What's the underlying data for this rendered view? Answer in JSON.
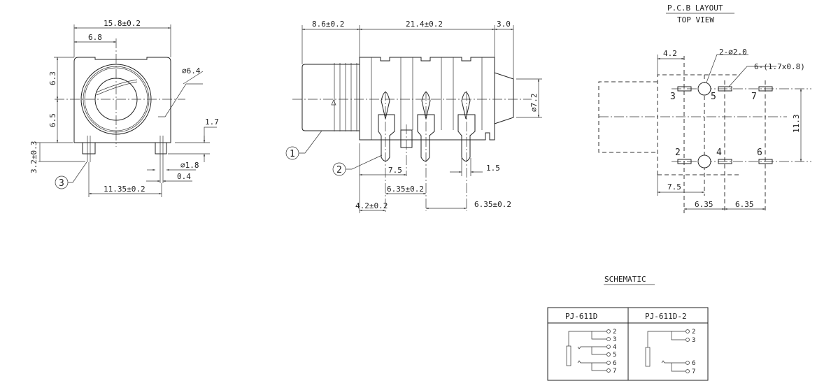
{
  "front_view": {
    "width_dim": "15.8±0.2",
    "center_offset_dim": "6.8",
    "upper_height_dim": "6.3",
    "lower_height_dim": "6.5",
    "bore_dia": "⌀6.4",
    "pin_length_dim": "3.2±0.3",
    "pin_offset_dim": "1.7",
    "pin_dia": "⌀1.8",
    "pin_thickness": "0.4",
    "pin_spacing": "11.35±0.2",
    "callout": "3"
  },
  "side_view": {
    "barrel_length": "8.6±0.2",
    "body_length": "21.4±0.2",
    "rear_length": "3.0",
    "rear_dia": "⌀7.2",
    "dim_7_5": "7.5",
    "pin_width": "1.5",
    "pitch_1": "6.35±0.2",
    "first_pin": "4.2±0.2",
    "pitch_2": "6.35±0.2",
    "callout_1": "1",
    "callout_2": "2"
  },
  "pcb_layout": {
    "title": "P.C.B LAYOUT",
    "subtitle": "TOP VIEW",
    "dim_4_2": "4.2",
    "hole_note": "2-⌀2.0",
    "pad_note": "6-(1.7x0.8)",
    "row_spacing": "11.3",
    "dim_7_5": "7.5",
    "pitch_a": "6.35",
    "pitch_b": "6.35",
    "pins_top": [
      "3",
      "5",
      "7"
    ],
    "pins_bottom": [
      "2",
      "4",
      "6"
    ]
  },
  "schematic": {
    "title": "SCHEMATIC",
    "models": [
      "PJ-611D",
      "PJ-611D-2"
    ],
    "model1_pins": [
      "2",
      "3",
      "4",
      "5",
      "6",
      "7"
    ],
    "model2_pins": [
      "2",
      "3",
      "6",
      "7"
    ]
  }
}
